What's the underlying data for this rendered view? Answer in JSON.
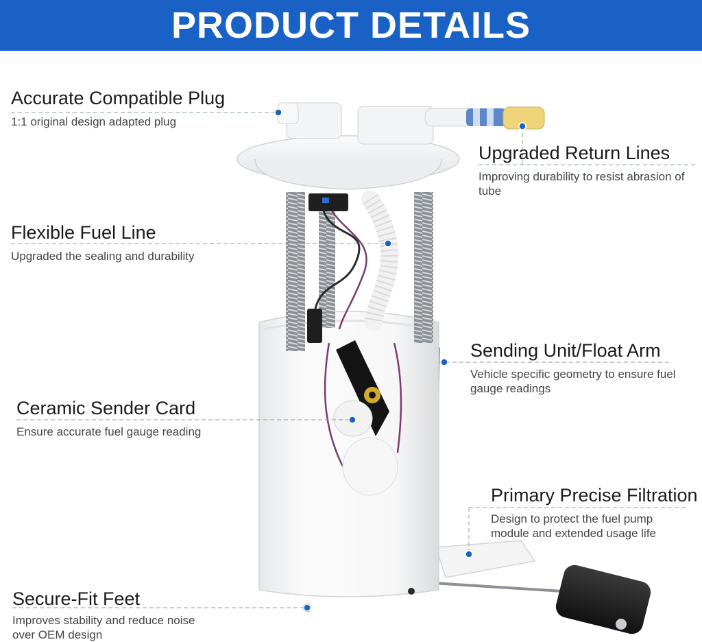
{
  "header": {
    "title": "PRODUCT DETAILS"
  },
  "colors": {
    "banner": "#1a61c6",
    "leader_line": "#8a9bb5",
    "marker_dot": "#1a61c6"
  },
  "features": [
    {
      "title": "Accurate Compatible Plug",
      "desc": "1:1 original design adapted plug"
    },
    {
      "title": "Upgraded Return Lines",
      "desc": "Improving durability to resist abrasion of tube"
    },
    {
      "title": "Flexible Fuel Line",
      "desc": "Upgraded the sealing and durability"
    },
    {
      "title": "Sending Unit/Float Arm",
      "desc": "Vehicle specific geometry to ensure fuel gauge readings"
    },
    {
      "title": "Ceramic Sender Card",
      "desc": "Ensure accurate fuel gauge reading"
    },
    {
      "title": "Primary Precise Filtration",
      "desc": "Design to protect the fuel pump module and extended usage life"
    },
    {
      "title": "Secure-Fit Feet",
      "desc": "Improves stability and reduce noise over OEM design"
    }
  ]
}
